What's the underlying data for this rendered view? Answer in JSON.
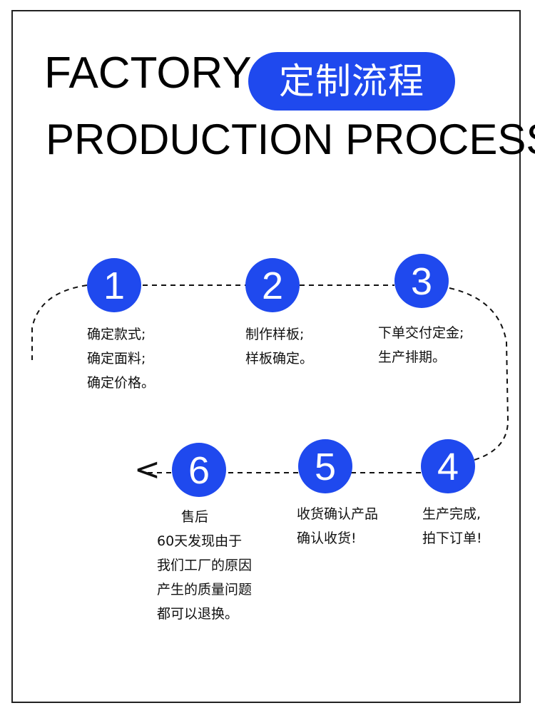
{
  "header": {
    "title_line1": "FACTORY",
    "badge": "定制流程",
    "title_line2": "PRODUCTION PROCESS"
  },
  "accent_color": "#1f49ee",
  "steps": [
    {
      "number": "1",
      "lines": [
        "确定款式;",
        "确定面料;",
        "确定价格。"
      ]
    },
    {
      "number": "2",
      "lines": [
        "制作样板;",
        "样板确定。"
      ]
    },
    {
      "number": "3",
      "lines": [
        "下单交付定金;",
        "生产排期。"
      ]
    },
    {
      "number": "4",
      "lines": [
        "生产完成,",
        "拍下订单!"
      ]
    },
    {
      "number": "5",
      "lines": [
        "收货确认产品",
        "确认收货!"
      ]
    },
    {
      "number": "6",
      "lines": [
        "售后",
        "60天发现由于",
        "我们工厂的原因",
        "产生的质量问题",
        "都可以退换。"
      ]
    }
  ],
  "arrow_glyph": "<"
}
